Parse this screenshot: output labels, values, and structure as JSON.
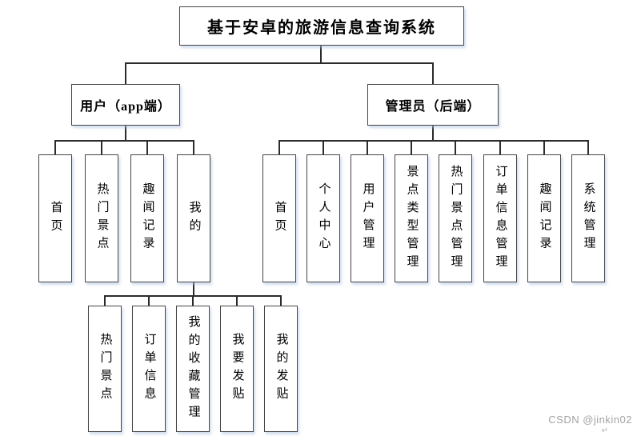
{
  "diagram": {
    "root": {
      "label": "基于安卓的旅游信息查询系统"
    },
    "branches": [
      {
        "label": "用户（app端）",
        "children": [
          "首页",
          "热门景点",
          "趣闻记录",
          "我的"
        ]
      },
      {
        "label": "管理员（后端）",
        "children": [
          "首页",
          "个人中心",
          "用户管理",
          "景点类型管理",
          "热门景点管理",
          "订单信息管理",
          "趣闻记录",
          "系统管理"
        ]
      }
    ],
    "sub_branch": {
      "parent": "我的",
      "children": [
        "热门景点",
        "订单信息",
        "我的收藏管理",
        "我要发贴",
        "我的发贴"
      ]
    }
  },
  "watermark": {
    "text": "CSDN @jinkin02",
    "return_mark": "↵"
  },
  "colors": {
    "background": "#ffffff",
    "box_border": "#454545",
    "line": "#2b2b2b",
    "shadow": "#adc3e2",
    "text": "#000000",
    "watermark": "#a3a3a3"
  }
}
